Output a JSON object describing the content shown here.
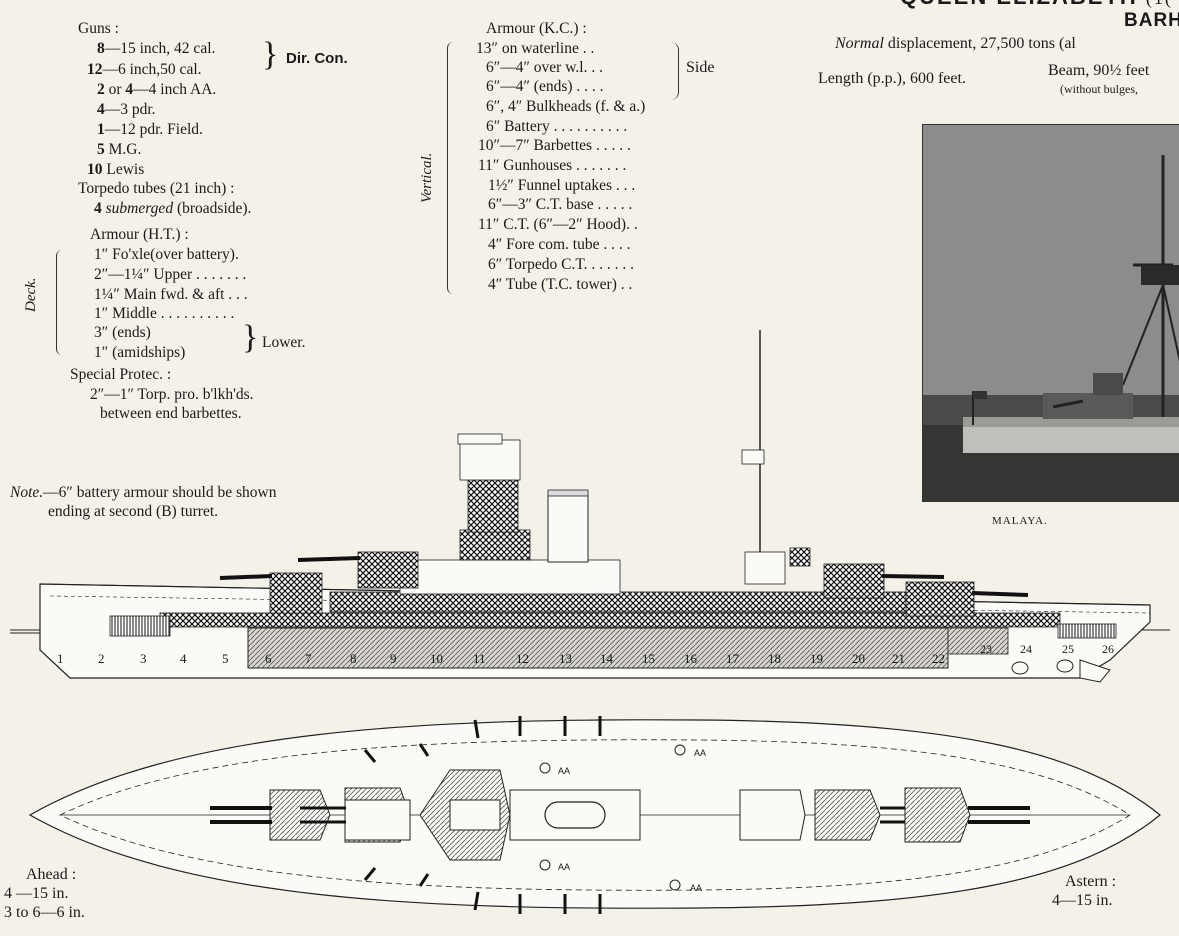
{
  "header": {
    "title_partial": "QUEEN ELIZABETH",
    "title_suffix": "(1(",
    "subtitle_partial": "BARH",
    "displacement_label": "Normal",
    "displacement_text": " displacement, 27,500 tons (al",
    "length_text": "Length (p.p.), 600 feet.",
    "beam_text": "Beam, 90½ feet",
    "beam_note": "(without bulges,"
  },
  "guns": {
    "heading": "Guns :",
    "items": [
      {
        "qty": "8",
        "desc": "—15 inch, 42 cal."
      },
      {
        "qty": "12",
        "desc": "—6 inch,50 cal."
      },
      {
        "qty": "2",
        "desc": " or ",
        "qty2": "4",
        "desc2": "—4 inch AA."
      },
      {
        "qty": "4",
        "desc": "—3 pdr."
      },
      {
        "qty": "1",
        "desc": "—12 pdr. Field."
      },
      {
        "qty": "5",
        "desc": " M.G."
      },
      {
        "qty": "10",
        "desc": " Lewis"
      }
    ],
    "dir_con": "Dir. Con.",
    "torpedo_heading": "Torpedo tubes (21 inch) :",
    "torpedo_qty": "4",
    "torpedo_type": "submerged",
    "torpedo_note": " (broadside)."
  },
  "armour_ht": {
    "heading": "Armour (H.T.) :",
    "deck_label": "Deck.",
    "items": [
      "1″ Fo'xle(over battery).",
      "2″—1¼″ Upper . . . . . . .",
      "1¼″ Main fwd. & aft . . .",
      "1″ Middle . . . . . . . . . .",
      "3″ (ends)",
      "1″ (amidships)"
    ],
    "lower_label": "Lower.",
    "special_heading": "Special Protec. :",
    "special_line1": "2″—1″ Torp. pro. b'lkh'ds.",
    "special_line2": "between end barbettes."
  },
  "armour_kc": {
    "heading": "Armour (K.C.) :",
    "vertical_label": "Vertical.",
    "side_label": "Side",
    "items": [
      "13″ on waterline . .",
      "6″—4″ over w.l. . .",
      "6″—4″ (ends) . . . .",
      "6″, 4″ Bulkheads (f. & a.)",
      "6″ Battery . . . . . . . . . .",
      "10″—7″ Barbettes . . . . .",
      "11″ Gunhouses . . . . . . .",
      "1½″ Funnel uptakes . . .",
      "6″—3″ C.T. base . . . . .",
      "11″ C.T. (6″—2″ Hood). .",
      "4″ Fore com. tube . . . .",
      "6″ Torpedo C.T. . . . . . .",
      "4″ Tube (T.C. tower) . ."
    ]
  },
  "note": {
    "label": "Note.",
    "line1": "—6″ battery armour should be shown",
    "line2": "ending at second (B) turret."
  },
  "photo": {
    "caption": "MALAYA."
  },
  "hull_sections": [
    "1",
    "2",
    "3",
    "4",
    "5",
    "6",
    "7",
    "8",
    "9",
    "10",
    "11",
    "12",
    "13",
    "14",
    "15",
    "16",
    "17",
    "18",
    "19",
    "20",
    "21",
    "22",
    "23",
    "24",
    "25",
    "26"
  ],
  "plan": {
    "aa_label": "AA",
    "ahead_heading": "Ahead :",
    "ahead_line1": "4 —15 in.",
    "ahead_line2": "3 to 6—6 in.",
    "astern_heading": "Astern :",
    "astern_line1": "4—15  in."
  }
}
